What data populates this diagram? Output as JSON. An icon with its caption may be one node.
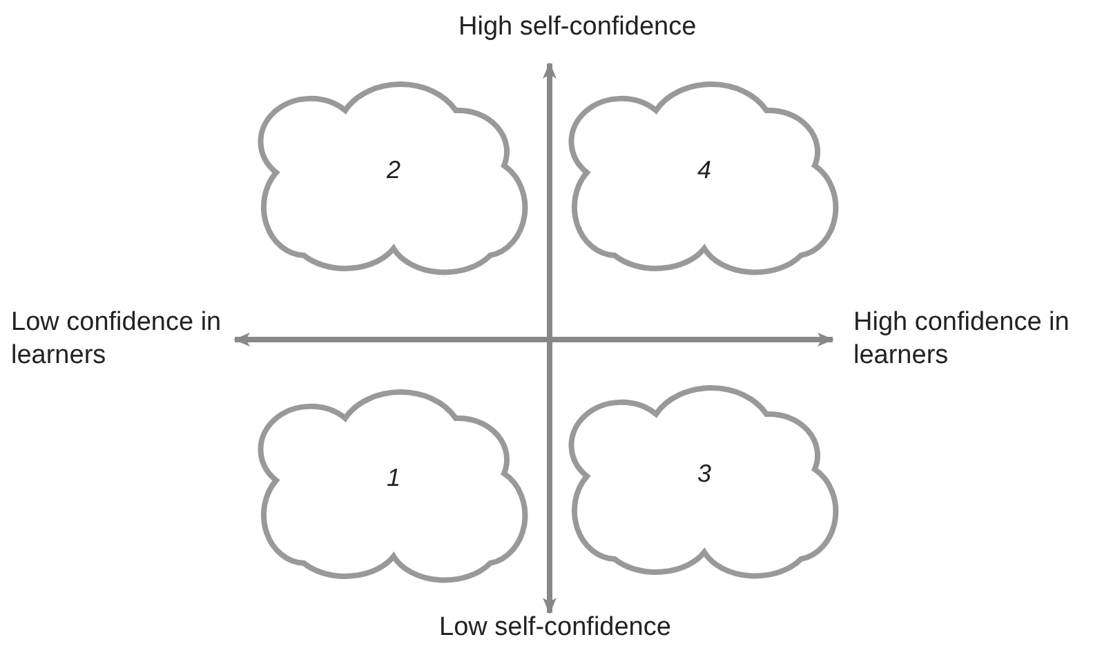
{
  "diagram": {
    "nodes": [
      {
        "text": [
          "2"
        ]
      },
      {
        "text": [
          "4"
        ]
      },
      {
        "text": [
          "1"
        ]
      },
      {
        "text": [
          "3"
        ]
      }
    ],
    "labels": [
      "High self-confidence",
      "Low confidence in learners",
      "High confidence in learners",
      "Low self-confidence"
    ]
  }
}
